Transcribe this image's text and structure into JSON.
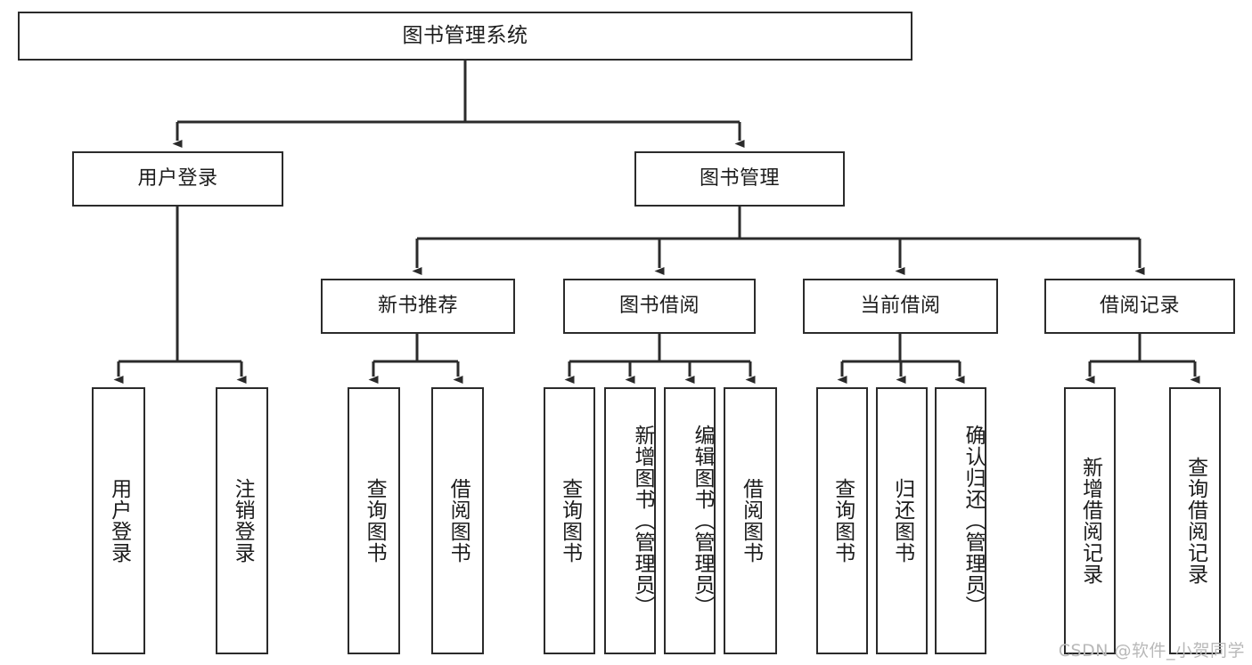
{
  "diagram": {
    "title": "图书管理系统",
    "type": "tree",
    "watermark": "CSDN @软件_小贺同学",
    "colors": {
      "box_border": "#2b2b2b",
      "box_fill": "#ffffff",
      "edge": "#2b2b2b",
      "text": "#1c1c1c",
      "watermark": "#b9b9b9"
    }
  },
  "nodes": {
    "root": {
      "label": "图书管理系统",
      "level": 1
    },
    "level2": [
      {
        "id": "user-login",
        "label": "用户登录"
      },
      {
        "id": "book-manage",
        "label": "图书管理"
      }
    ],
    "level3": [
      {
        "id": "new-book-rec",
        "label": "新书推荐"
      },
      {
        "id": "book-borrow",
        "label": "图书借阅"
      },
      {
        "id": "current-borrow",
        "label": "当前借阅"
      },
      {
        "id": "borrow-record",
        "label": "借阅记录"
      }
    ],
    "leaves": {
      "user-login": [
        {
          "id": "leaf-user-login",
          "label": "用户登录"
        },
        {
          "id": "leaf-user-logout",
          "label": "注销登录"
        }
      ],
      "new-book-rec": [
        {
          "id": "leaf-query-book-1",
          "label": "查询图书"
        },
        {
          "id": "leaf-borrow-book-1",
          "label": "借阅图书"
        }
      ],
      "book-borrow": [
        {
          "id": "leaf-query-book-2",
          "label": "查询图书"
        },
        {
          "id": "leaf-add-book",
          "label": "新增图书（管理员）"
        },
        {
          "id": "leaf-edit-book",
          "label": "编辑图书（管理员）"
        },
        {
          "id": "leaf-borrow-book-2",
          "label": "借阅图书"
        }
      ],
      "current-borrow": [
        {
          "id": "leaf-query-book-3",
          "label": "查询图书"
        },
        {
          "id": "leaf-return-book",
          "label": "归还图书"
        },
        {
          "id": "leaf-confirm-return",
          "label": "确认归还（管理员）"
        }
      ],
      "borrow-record": [
        {
          "id": "leaf-add-record",
          "label": "新增借阅记录"
        },
        {
          "id": "leaf-query-record",
          "label": "查询借阅记录"
        }
      ]
    }
  }
}
